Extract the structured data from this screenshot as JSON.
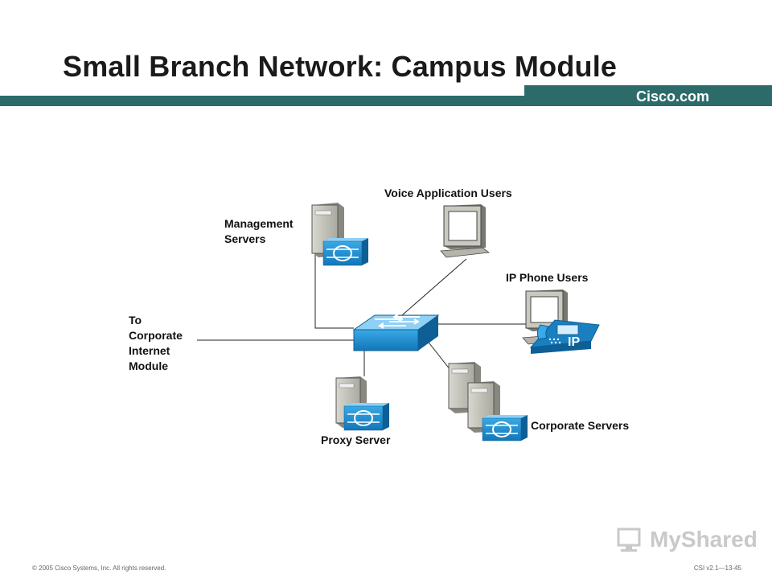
{
  "slide": {
    "title": "Small Branch Network: Campus Module",
    "brand": "Cisco.com",
    "accent_color": "#2d6b6b"
  },
  "diagram": {
    "labels": {
      "management_servers": [
        "Management",
        "Servers"
      ],
      "voice_users": "Voice Application Users",
      "ip_phone_users": "IP Phone Users",
      "to_corporate": [
        "To",
        "Corporate",
        "Internet",
        "Module"
      ],
      "proxy_server": "Proxy Server",
      "corporate_servers": "Corporate Servers"
    },
    "phone_badge": "IP",
    "icon_color": "#1e8fd0"
  },
  "footer": {
    "copyright": "© 2005 Cisco Systems, Inc. All rights reserved.",
    "slide_ref": "CSI v2.1—13-45"
  },
  "watermark": {
    "text": "MyShared"
  }
}
